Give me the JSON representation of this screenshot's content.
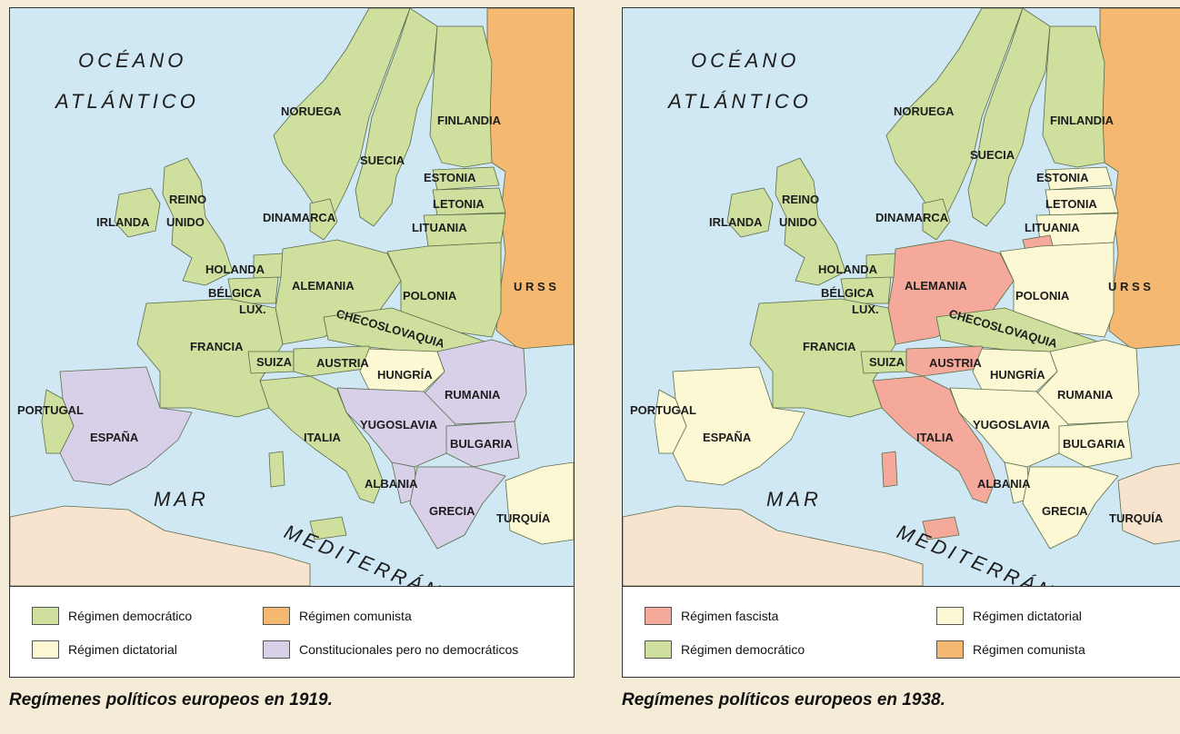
{
  "colors": {
    "sea": "#cfe8f3",
    "democratico": "#cfdf9e",
    "dictatorial": "#fdf8d4",
    "comunista": "#f4b870",
    "constitucional": "#d8cfe8",
    "fascista": "#f4a99a",
    "other_land": "#f8e3cf"
  },
  "maps": [
    {
      "caption": "Regímenes políticos europeos en 1919.",
      "sea_labels": {
        "ocean1": "OCÉANO",
        "ocean2": "ATLÁNTICO",
        "sea1": "MAR",
        "sea2": "MEDITERRÁNEO"
      },
      "countries": {
        "noruega": "NORUEGA",
        "suecia": "SUECIA",
        "finlandia": "FINLANDIA",
        "estonia": "ESTONIA",
        "letonia": "LETONIA",
        "lituania": "LITUANIA",
        "irlanda": "IRLANDA",
        "reino": "REINO",
        "unido": "UNIDO",
        "dinamarca": "DINAMARCA",
        "holanda": "HOLANDA",
        "belgica": "BÉLGICA",
        "lux": "LUX.",
        "alemania": "ALEMANIA",
        "polonia": "POLONIA",
        "urss": "U R S S",
        "checoslovaquia": "CHECOSLOVAQUIA",
        "francia": "FRANCIA",
        "suiza": "SUIZA",
        "austria": "AUSTRIA",
        "hungria": "HUNGRÍA",
        "rumania": "RUMANIA",
        "portugal": "PORTUGAL",
        "espana": "ESPAÑA",
        "italia": "ITALIA",
        "yugoslavia": "YUGOSLAVIA",
        "bulgaria": "BULGARIA",
        "albania": "ALBANIA",
        "grecia": "GRECIA",
        "turquia": "TURQUÍA"
      },
      "legend": [
        {
          "label": "Régimen democrático",
          "color": "#cfdf9e"
        },
        {
          "label": "Régimen comunista",
          "color": "#f4b870"
        },
        {
          "label": "Régimen dictatorial",
          "color": "#fdf8d4"
        },
        {
          "label": "Constitucionales pero no democráticos",
          "color": "#d8cfe8"
        }
      ]
    },
    {
      "caption": "Regímenes políticos europeos en 1938.",
      "sea_labels": {
        "ocean1": "OCÉANO",
        "ocean2": "ATLÁNTICO",
        "sea1": "MAR",
        "sea2": "MEDITERRÁNEO"
      },
      "countries": {
        "noruega": "NORUEGA",
        "suecia": "SUECIA",
        "finlandia": "FINLANDIA",
        "estonia": "ESTONIA",
        "letonia": "LETONIA",
        "lituania": "LITUANIA",
        "irlanda": "IRLANDA",
        "reino": "REINO",
        "unido": "UNIDO",
        "dinamarca": "DINAMARCA",
        "holanda": "HOLANDA",
        "belgica": "BÉLGICA",
        "lux": "LUX.",
        "alemania": "ALEMANIA",
        "polonia": "POLONIA",
        "urss": "U R S S",
        "checoslovaquia": "CHECOSLOVAQUIA",
        "francia": "FRANCIA",
        "suiza": "SUIZA",
        "austria": "AUSTRIA",
        "hungria": "HUNGRÍA",
        "rumania": "RUMANIA",
        "portugal": "PORTUGAL",
        "espana": "ESPAÑA",
        "italia": "ITALIA",
        "yugoslavia": "YUGOSLAVIA",
        "bulgaria": "BULGARIA",
        "albania": "ALBANIA",
        "grecia": "GRECIA",
        "turquia": "TURQUÍA"
      },
      "legend": [
        {
          "label": "Régimen fascista",
          "color": "#f4a99a"
        },
        {
          "label": "Régimen dictatorial",
          "color": "#fdf8d4"
        },
        {
          "label": "Régimen democrático",
          "color": "#cfdf9e"
        },
        {
          "label": "Régimen comunista",
          "color": "#f4b870"
        }
      ]
    }
  ]
}
